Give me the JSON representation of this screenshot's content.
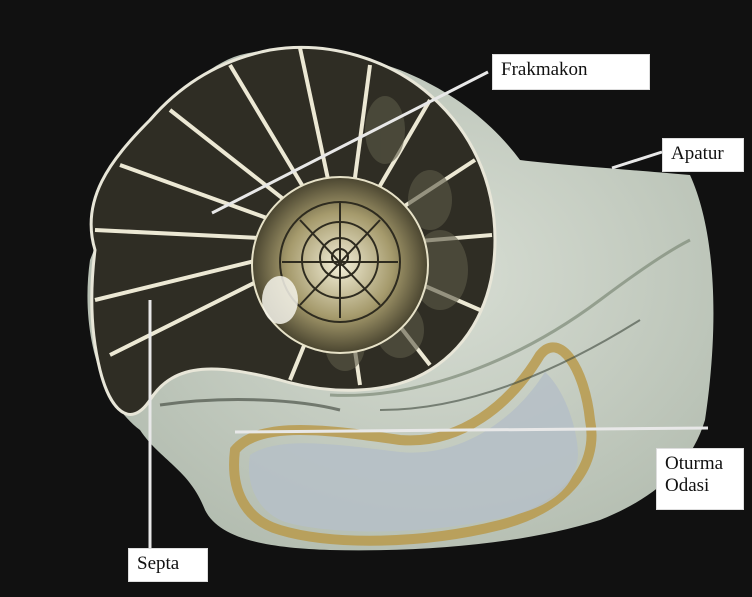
{
  "labels": {
    "frakmakon": "Frakmakon",
    "apatur": "Apatur",
    "oturma_line1": "Oturma",
    "oturma_line2": "Odasi",
    "septa": "Septa"
  },
  "colors": {
    "background": "#111111",
    "matrix": "#c9d2c4",
    "shell_dark": "#2b2a22",
    "shell_light": "#e6e2cf",
    "ochre": "#b89a4c",
    "pointer": "#e8e8e8"
  }
}
